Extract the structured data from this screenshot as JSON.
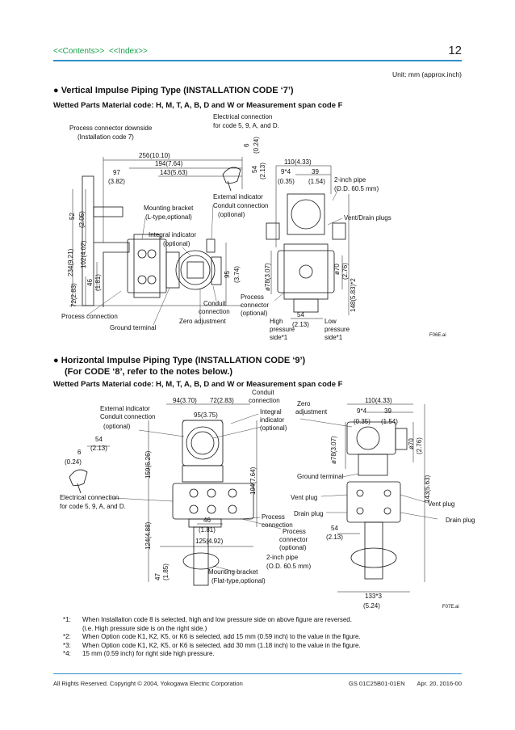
{
  "header": {
    "contents_link": "<<Contents>>",
    "index_link": "<<Index>>",
    "page_number": "12",
    "unit": "Unit: mm (approx.inch)"
  },
  "section1": {
    "heading": "●  Vertical Impulse Piping Type (INSTALLATION CODE ‘7’)",
    "wetted": "Wetted Parts Material code: H, M, T, A, B, D and W or Measurement span code F",
    "labels": {
      "pc_down_1": "Process connector downside",
      "pc_down_2": "(Installation code 7)",
      "elec_1": "Electrical connection",
      "elec_2": "for code 5, 9, A, and D.",
      "dim_256": "256(10.10)",
      "dim_194": "194(7.64)",
      "dim_143": "143(5.63)",
      "dim_97": "97",
      "dim_97_in": "(3.82)",
      "dim_6": "6",
      "dim_6_in": "(0.24)",
      "dim_54v": "54",
      "dim_54v_in": "(2.13)",
      "dim_110": "110(4.33)",
      "dim_9": "9*4",
      "dim_9_in": "(0.35)",
      "dim_39": "39",
      "dim_39_in": "(1.54)",
      "pipe_1": "2-inch pipe",
      "pipe_2": "(O.D. 60.5 mm)",
      "ext_1": "External indicator",
      "ext_2": "Conduit connection",
      "ext_3": "(optional)",
      "bracket_1": "Mounting bracket",
      "bracket_2": "(L-type,optional)",
      "int_1": "Integral indicator",
      "int_2": "(optional)",
      "vent_drain": "Vent/Drain plugs",
      "dim_234": "234(9.21)",
      "dim_102": "102(4.02)",
      "dim_52": "52",
      "dim_52_in": "(2.05)",
      "dim_72": "72(2.83)",
      "dim_46": "46",
      "dim_46_in": "(1.81)",
      "dim_95": "95",
      "dim_95_in": "(3.74)",
      "dim_78": "ø78(3.07)",
      "dim_70": "ø70",
      "dim_70_in": "(2.76)",
      "dim_148": "148(5.83)*2",
      "proc_conn": "Process connection",
      "ground": "Ground terminal",
      "zero": "Zero adjustment",
      "conduit_1": "Conduit",
      "conduit_2": "connection",
      "pconn_1": "Process",
      "pconn_2": "connector",
      "pconn_3": "(optional)",
      "dim_54h": "54",
      "dim_54h_in": "(2.13)",
      "high_1": "High",
      "high_2": "pressure",
      "high_3": "side*1",
      "low_1": "Low",
      "low_2": "pressure",
      "low_3": "side*1",
      "fig_id": "F06E.ai"
    }
  },
  "section2": {
    "heading_1": "●  Horizontal Impulse Piping Type (INSTALLATION CODE ‘9’)",
    "heading_2": "(For CODE ‘8’, refer to the notes below.)",
    "wetted": "Wetted Parts Material code: H, M, T, A, B, D and W or Measurement span code F",
    "labels": {
      "ext_1": "External indicator",
      "ext_2": "Conduit connection",
      "ext_3": "(optional)",
      "dim_94": "94(3.70)",
      "dim_72": "72(2.83)",
      "dim_95": "95(3.75)",
      "conduit_1": "Conduit",
      "conduit_2": "connection",
      "int_1": "Integral",
      "int_2": "indicator",
      "int_3": "(optional)",
      "zero_1": "Zero",
      "zero_2": "adjustment",
      "dim_110": "110(4.33)",
      "dim_9": "9*4",
      "dim_9_in": "(0.35)",
      "dim_39": "39",
      "dim_39_in": "(1.54)",
      "dim_54": "54",
      "dim_54_in": "(2.13)",
      "dim_6": "6",
      "dim_6_in": "(0.24)",
      "dim_159": "159(6.26)",
      "dim_194": "194(7.64)",
      "dim_78": "ø78(3.07)",
      "dim_70": "ø70",
      "dim_70_in": "(2.76)",
      "dim_143": "143(5.63)",
      "ground": "Ground terminal",
      "elec_1": "Electrical connection",
      "elec_2": "for code 5, 9, A, and D.",
      "vent_l": "Vent plug",
      "vent_r": "Vent plug",
      "drain_l": "Drain plug",
      "drain_r": "Drain plug",
      "dim_124": "124(4.88)",
      "dim_46": "46",
      "dim_46_in": "(1.81)",
      "dim_125": "125(4.92)",
      "pc_1": "Process",
      "pc_2": "connection",
      "pconn_1": "Process",
      "pconn_2": "connector",
      "pconn_3": "(optional)",
      "dim_54b": "54",
      "dim_54b_in": "(2.13)",
      "dim_47": "47",
      "dim_47_in": "(1.85)",
      "pipe_1": "2-inch pipe",
      "pipe_2": "(O.D. 60.5 mm)",
      "bracket_1": "Mounting bracket",
      "bracket_2": "(Flat-type,optional)",
      "dim_133": "133*3",
      "dim_133_in": "(5.24)",
      "fig_id": "F07E.ai"
    }
  },
  "notes": [
    {
      "k": "*1:",
      "t": "When Installation code 8 is selected, high and low pressure side on above figure are reversed."
    },
    {
      "k": "",
      "t": "(i.e. High pressure side is on the right side.)"
    },
    {
      "k": "*2:",
      "t": "When Option code K1, K2, K5, or K6 is selected, add 15 mm (0.59 inch) to the value in the figure."
    },
    {
      "k": "*3:",
      "t": "When Option code K1, K2, K5, or K6 is selected, add 30 mm (1.18 inch) to the value in the figure."
    },
    {
      "k": "*4:",
      "t": "15 mm (0.59 inch) for right side high pressure."
    }
  ],
  "footer": {
    "copyright": "All Rights Reserved. Copyright © 2004, Yokogawa Electric Corporation",
    "doc_id": "GS 01C25B01-01EN",
    "date": "Apr. 20, 2016-00"
  }
}
